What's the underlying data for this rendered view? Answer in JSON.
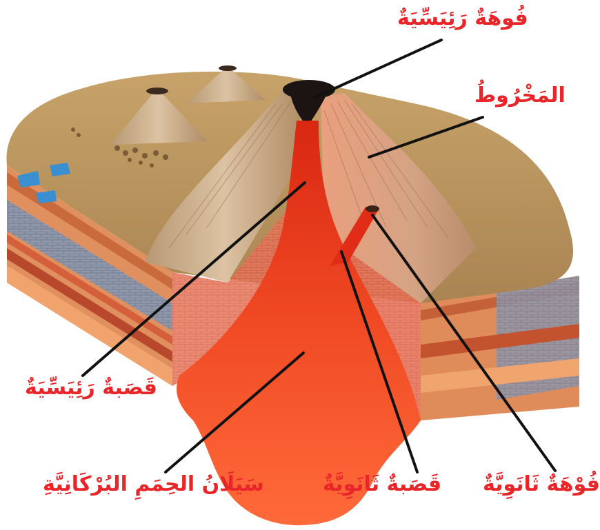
{
  "labels": {
    "main_vent": "فُوهَةٌ رَئِيَسِّيَةٌ",
    "cone": "المَخْرُوطُ",
    "main_pipe": "قَصَبةٌ رَئِيَسِّيَةٌ",
    "lava_flow": "سَيَلَانُ الحِمَمِ البُرْكَانِيَّةِ",
    "secondary_pipe": "قَصَبةٌ ثَانَوِيَّةٌ",
    "secondary_vent": "فُوْهَةٌ ثَانَوِيَّةٌ"
  },
  "colors": {
    "label": "#e8262a",
    "leader_line": "#111111",
    "lava": "#ee3a1c",
    "soil": "#b9935e",
    "cone": "#c9ab86",
    "rock_blue": "#8d94a8",
    "strata_orange": "#e2844e"
  }
}
